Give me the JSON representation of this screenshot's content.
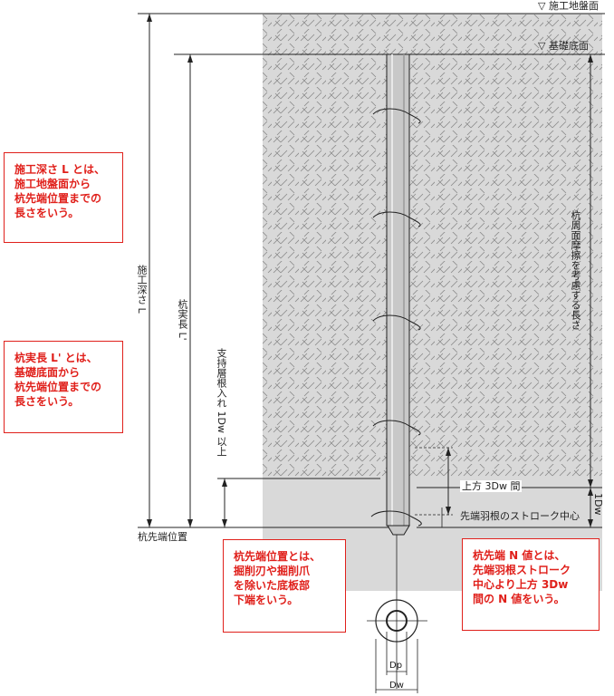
{
  "levels": {
    "ground": "▽ 施工地盤面",
    "foundation": "▽ 基礎底面"
  },
  "dimensions": {
    "construction_depth": "施工深さ L",
    "pile_length": "杭実長 L'",
    "embed": "支持層根入れ 1Dw 以上",
    "friction": "杭周面摩擦を考慮する長さ",
    "above_3dw": "上方 3Dw 間",
    "one_dw": "1Dw",
    "stroke_center": "先端羽根のストローク中心",
    "tip_position": "杭先端位置",
    "dp": "Dp",
    "dw": "Dw"
  },
  "notes": {
    "depth": "施工深さ L とは、\n施工地盤面から\n杭先端位置までの\n長さをいう。",
    "length": "杭実長 L' とは、\n基礎底面から\n杭先端位置までの\n長さをいう。",
    "tip": "杭先端位置とは、\n掘削刃や掘削爪\nを除いた底板部\n下端をいう。",
    "nvalue": "杭先端 N 値とは、\n先端羽根ストローク\n中心より上方 3Dw\n間の N 値をいう。"
  },
  "colors": {
    "accent": "#e0201b",
    "soil": "#d9d9d9",
    "line": "#222222"
  }
}
